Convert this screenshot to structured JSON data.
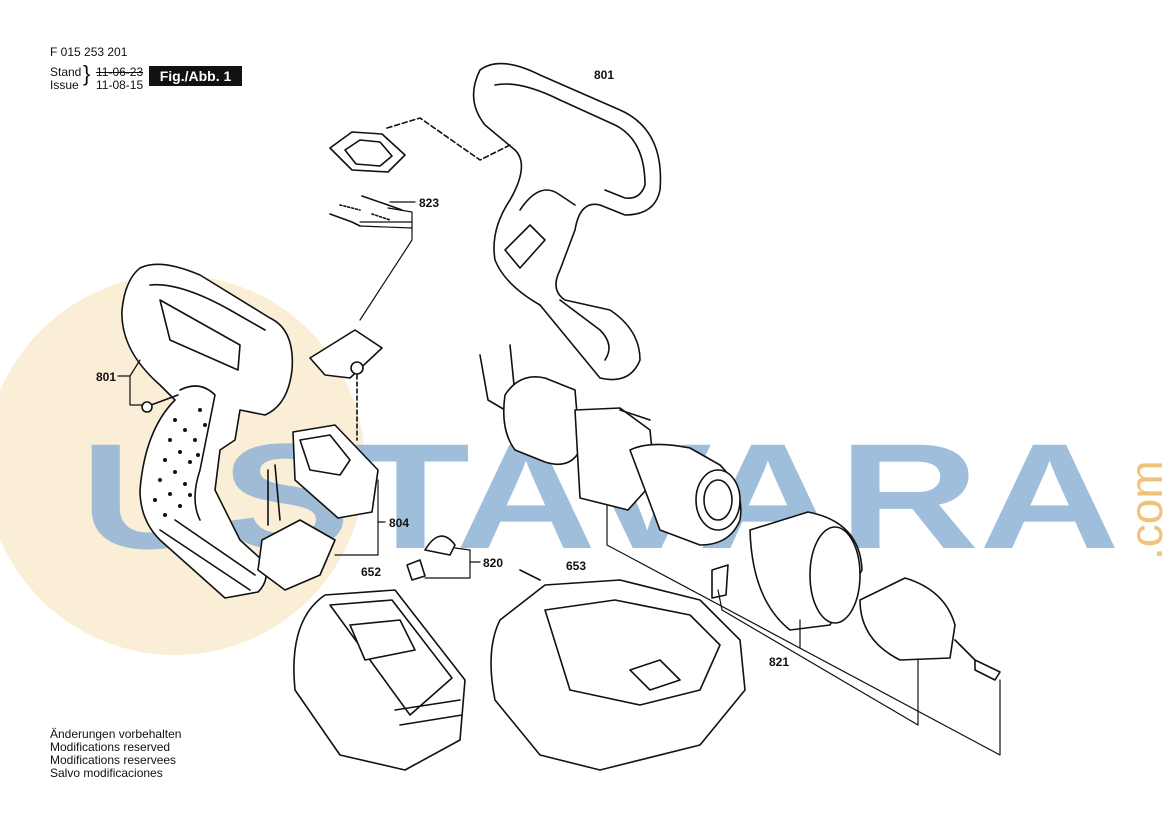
{
  "header": {
    "part_number": "F 015 253 201",
    "stand_label": "Stand",
    "issue_label": "Issue",
    "stand_date": "11-06-23",
    "issue_date": "11-08-15",
    "figure_label": "Fig./Abb. 1"
  },
  "callouts": {
    "housing_top": "801",
    "housing_left": "801",
    "switch_parts": "823",
    "switch_module": "804",
    "small_parts": "820",
    "battery": "652",
    "charger": "653",
    "gear_chuck": "821"
  },
  "watermark": {
    "text": "USTAVARA",
    "suffix": ".com",
    "color": "#7fa9cf",
    "accent": "#f1c27a"
  },
  "notes": [
    "Änderungen vorbehalten",
    "Modifications reserved",
    "Modifications reservees",
    "Salvo modificaciones"
  ]
}
